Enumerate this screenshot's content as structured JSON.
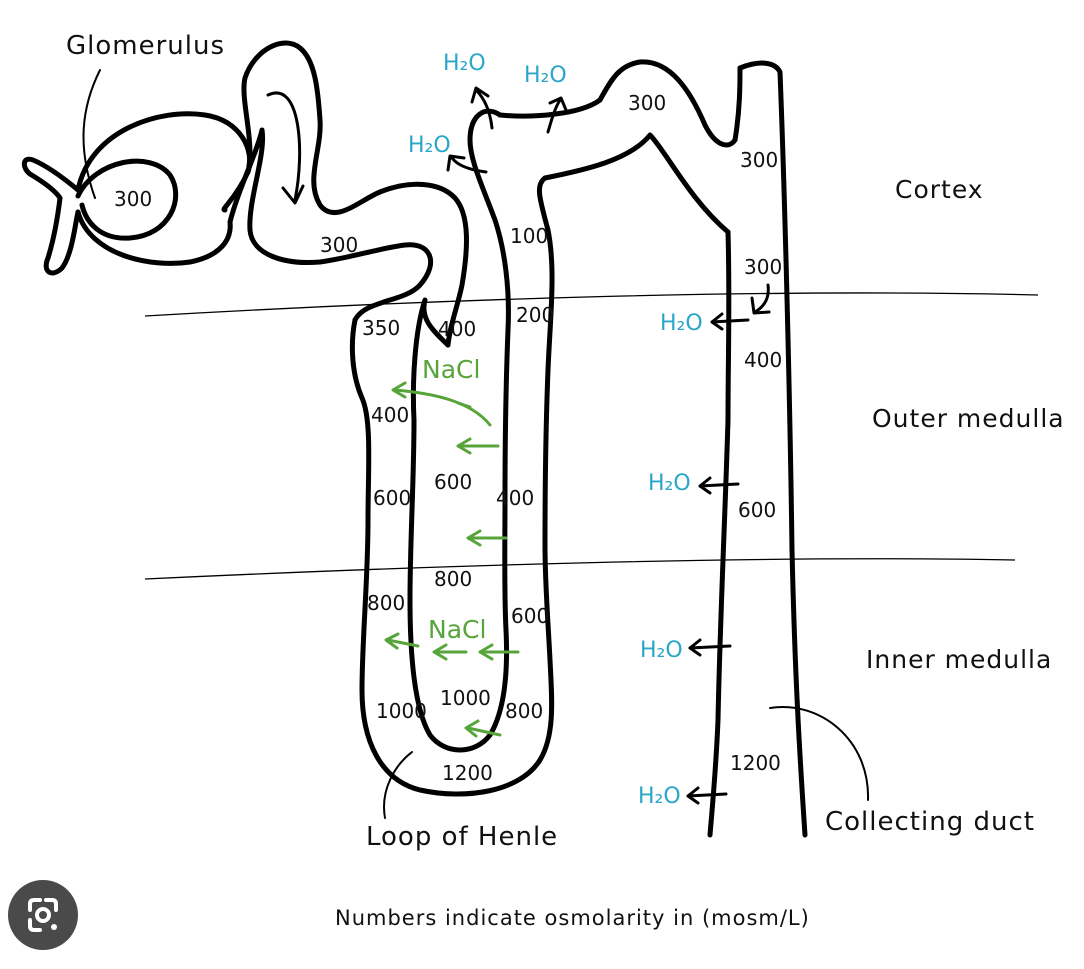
{
  "labels": {
    "glomerulus": "Glomerulus",
    "loop_of_henle": "Loop of Henle",
    "collecting_duct": "Collecting duct",
    "caption": "Numbers indicate osmolarity in (mosm/L)"
  },
  "regions": {
    "cortex": "Cortex",
    "outer_medulla": "Outer medulla",
    "inner_medulla": "Inner medulla"
  },
  "osmolarity": {
    "bowman": "300",
    "pct": "300",
    "dct": "300",
    "cd_top": "300",
    "cd_cortex": "300",
    "tal_cortex": "100",
    "tal_upper": "200",
    "desc_outer_left": "350",
    "desc_outer_right": "400",
    "desc_400": "400",
    "desc_600_left": "600",
    "desc_600_right": "600",
    "asc_400": "400",
    "interstitium_800": "800",
    "desc_800": "800",
    "asc_600": "600",
    "desc_1000_left": "1000",
    "desc_1000_right": "1000",
    "asc_800": "800",
    "loop_tip": "1200",
    "cd_400": "400",
    "cd_600": "600",
    "cd_1200": "1200"
  },
  "solutes": {
    "water": "H₂O",
    "salt": "NaCl"
  },
  "colors": {
    "water": "#2aa6c9",
    "salt": "#57a43a",
    "ink": "#000000"
  },
  "icons": {
    "lens": "google-lens-icon"
  }
}
